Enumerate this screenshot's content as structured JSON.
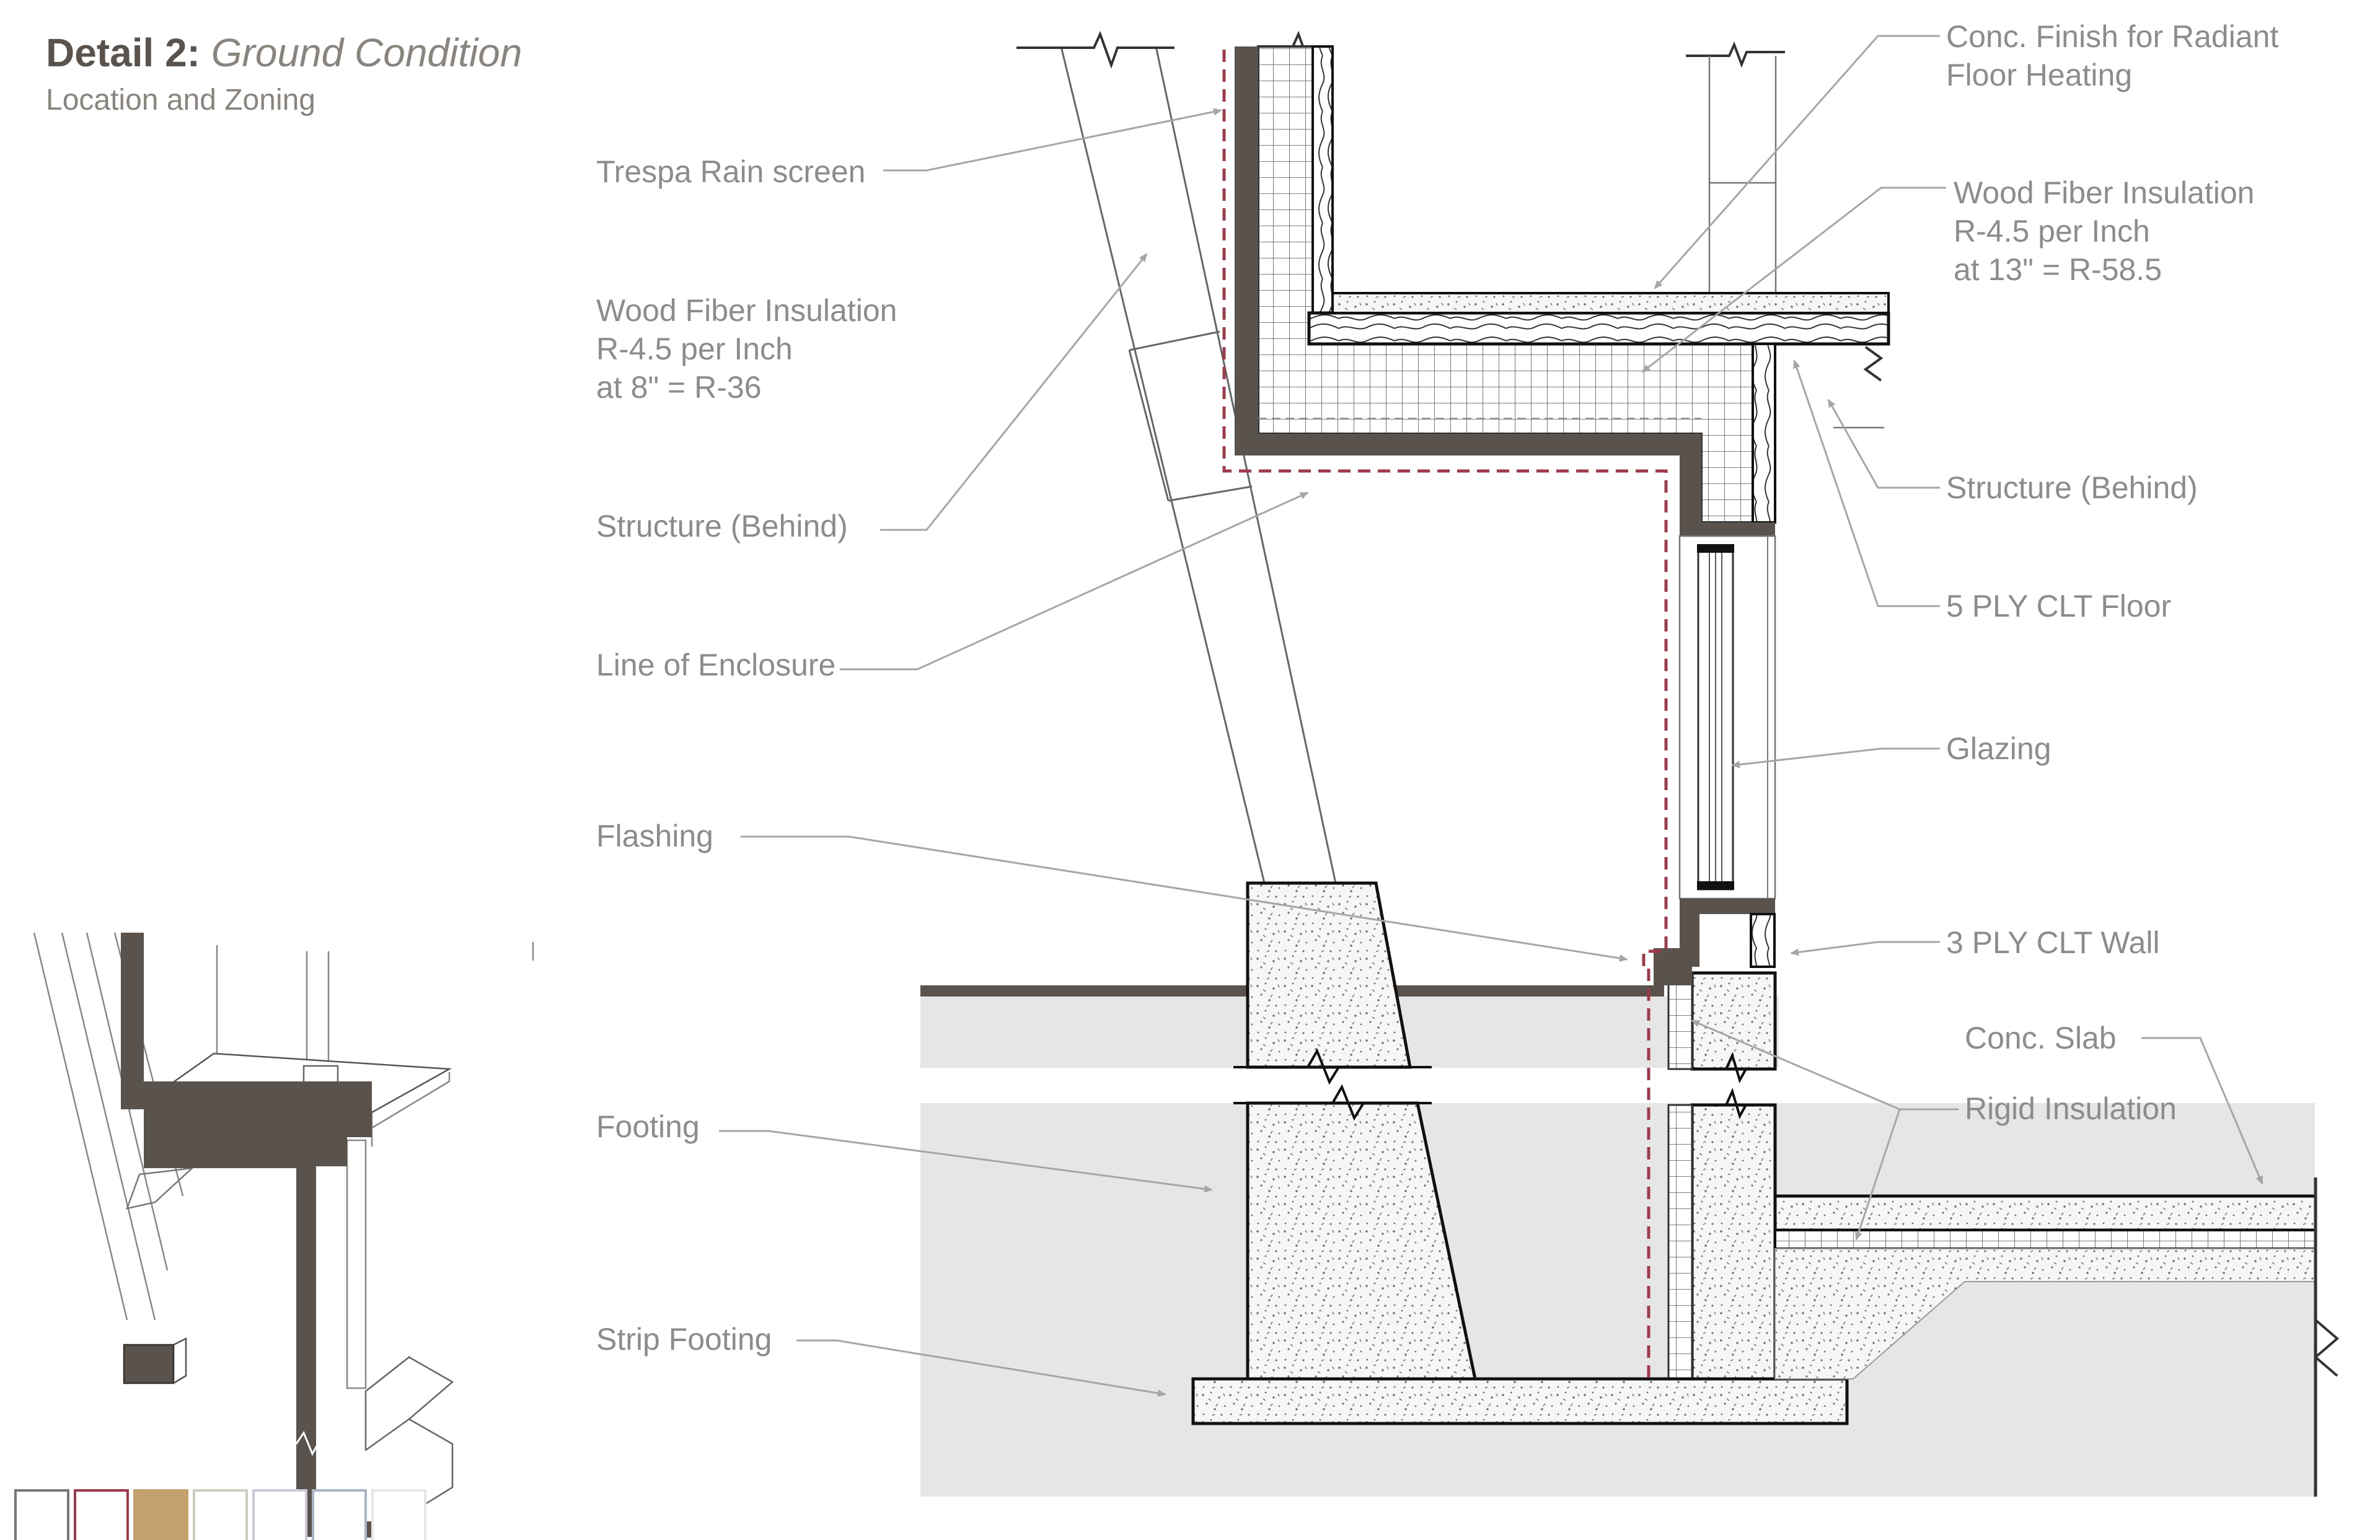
{
  "title": {
    "prefix": "Detail 2:",
    "name": "Ground Condition",
    "subtitle": "Location and Zoning"
  },
  "labels": {
    "trespa": "Trespa Rain screen",
    "wood_fiber_left": [
      "Wood Fiber Insulation",
      "R-4.5 per Inch",
      "at 8\" = R-36"
    ],
    "structure_left": "Structure (Behind)",
    "line_of_enclosure": "Line of Enclosure",
    "flashing": "Flashing",
    "footing": "Footing",
    "strip_footing": "Strip Footing",
    "conc_finish": [
      "Conc. Finish for Radiant",
      "Floor Heating"
    ],
    "wood_fiber_right": [
      "Wood Fiber Insulation",
      "R-4.5 per Inch",
      "at 13\" = R-58.5"
    ],
    "structure_right": "Structure (Behind)",
    "clt_floor": "5 PLY CLT Floor",
    "glazing": "Glazing",
    "clt_wall": "3 PLY CLT Wall",
    "conc_slab": "Conc. Slab",
    "rigid_insulation": "Rigid Insulation"
  },
  "colors": {
    "structure": "#5a524c",
    "enclosure_line": "#9e3a4a",
    "ground": "#e6e6e6",
    "leader": "#a6a6a6",
    "label_text": "#8c8c8c"
  },
  "legend_swatches": [
    "#ffffff",
    "#ffffff",
    "#c4a06c",
    "#ffffff",
    "#ffffff",
    "#ffffff",
    "#ffffff"
  ],
  "legend_borders": [
    "#777777",
    "#9e3a4a",
    "#c4a06c",
    "#c9cfc0",
    "#c9ccd6",
    "#aab4c8",
    "#e6e6e6"
  ]
}
